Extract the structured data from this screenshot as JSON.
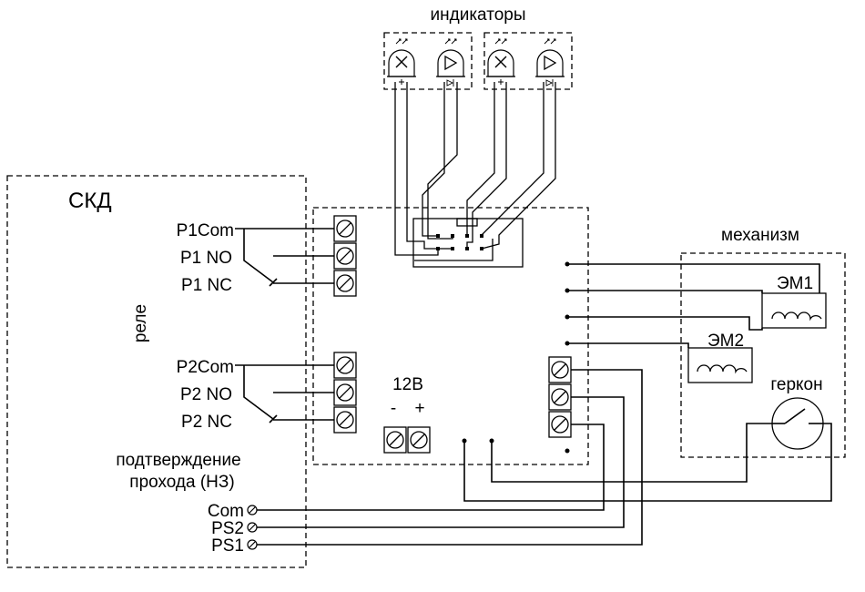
{
  "labels": {
    "indicators": "индикаторы",
    "skd": "СКД",
    "relay": "реле",
    "p1com": "P1Com",
    "p1no": "P1 NO",
    "p1nc": "P1 NC",
    "p2com": "P2Com",
    "p2no": "P2 NO",
    "p2nc": "P2 NC",
    "confirm_line1": "подтверждение",
    "confirm_line2": "прохода (НЗ)",
    "com": "Com",
    "ps2": "PS2",
    "ps1": "PS1",
    "power": "12В",
    "minus": "-",
    "plus": "+",
    "mechanism": "механизм",
    "em1": "ЭМ1",
    "em2": "ЭМ2",
    "reed": "геркон"
  }
}
